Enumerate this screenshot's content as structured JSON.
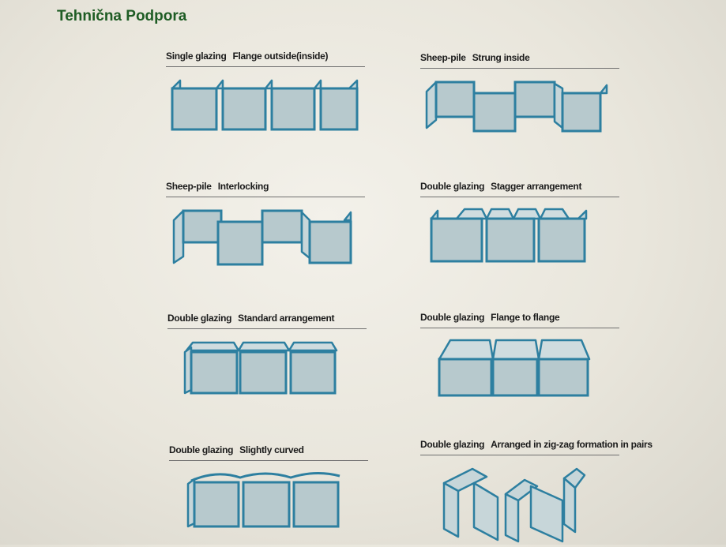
{
  "header": {
    "title": "Tehnična Podpora"
  },
  "panels": [
    {
      "glazing": "Single glazing",
      "arrangement": "Flange outside(inside)"
    },
    {
      "glazing": "Sheep-pile",
      "arrangement": "Strung inside"
    },
    {
      "glazing": "Sheep-pile",
      "arrangement": "Interlocking"
    },
    {
      "glazing": "Double glazing",
      "arrangement": "Stagger arrangement"
    },
    {
      "glazing": "Double glazing",
      "arrangement": "Standard arrangement"
    },
    {
      "glazing": "Double glazing",
      "arrangement": "Flange to flange"
    },
    {
      "glazing": "Double glazing",
      "arrangement": "Slightly curved"
    },
    {
      "glazing": "Double glazing",
      "arrangement": "Arranged in zig-zag formation in pairs"
    }
  ],
  "colors": {
    "title": "#1e5c24",
    "outline": "#2d7fa0",
    "fill": "#b7c9cd"
  }
}
